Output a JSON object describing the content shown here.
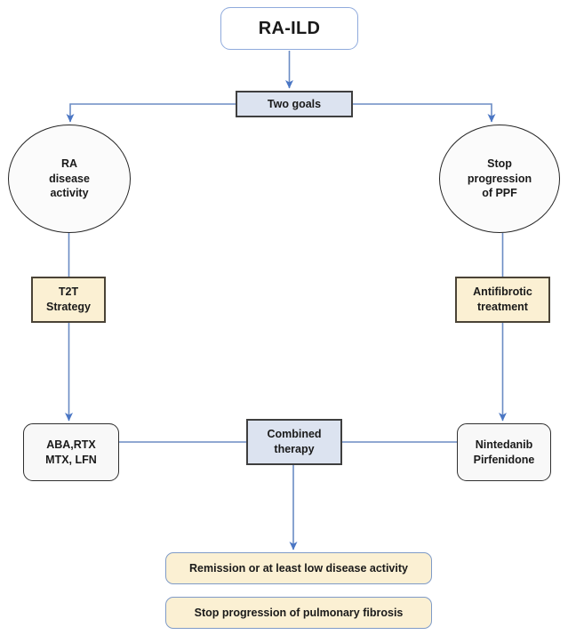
{
  "diagram": {
    "title": "RA-ILD treatment algorithm flowchart",
    "colors": {
      "connector": "#6b8cc4",
      "blue_fill": "#dce3f0",
      "blue_stroke": "#3f3f3f",
      "cream_fill": "#fbf0d3",
      "cream_stroke": "#4a4336",
      "white_fill": "#f8f8f8",
      "dark_stroke": "#2f2f2f",
      "title_stroke": "#8faadc",
      "outcome_stroke": "#7f9bc7",
      "text": "#1a1a1a"
    },
    "nodes": {
      "title": {
        "label": "RA-ILD"
      },
      "two_goals": {
        "label": "Two goals"
      },
      "goal_left": {
        "line1": "RA",
        "line2": "disease",
        "line3": "activity"
      },
      "goal_right": {
        "line1": "Stop",
        "line2": "progression",
        "line3": "of PPF"
      },
      "t2t": {
        "line1": "T2T",
        "line2": "Strategy"
      },
      "antifibrotic": {
        "line1": "Antifibrotic",
        "line2": "treatment"
      },
      "drugs_left": {
        "line1": "ABA,RTX",
        "line2": "MTX, LFN"
      },
      "combined": {
        "line1": "Combined",
        "line2": "therapy"
      },
      "drugs_right": {
        "line1": "Nintedanib",
        "line2": "Pirfenidone"
      },
      "outcome_1": {
        "label": "Remission or at least low disease activity"
      },
      "outcome_2": {
        "label": "Stop progression of pulmonary fibrosis"
      }
    },
    "edges": [
      {
        "name": "title-to-two-goals",
        "from": "title",
        "to": "two_goals",
        "arrow": true
      },
      {
        "name": "two-goals-to-goal-left",
        "from": "two_goals",
        "to": "goal_left",
        "arrow": true
      },
      {
        "name": "two-goals-to-goal-right",
        "from": "two_goals",
        "to": "goal_right",
        "arrow": true
      },
      {
        "name": "goal-left-to-t2t",
        "from": "goal_left",
        "to": "t2t",
        "arrow": false
      },
      {
        "name": "goal-right-to-antifibrotic",
        "from": "goal_right",
        "to": "antifibrotic",
        "arrow": false
      },
      {
        "name": "t2t-to-drugs-left",
        "from": "t2t",
        "to": "drugs_left",
        "arrow": true
      },
      {
        "name": "antifibrotic-to-drugs-right",
        "from": "antifibrotic",
        "to": "drugs_right",
        "arrow": true
      },
      {
        "name": "drugs-left-to-combined",
        "from": "drugs_left",
        "to": "combined",
        "arrow": false
      },
      {
        "name": "combined-to-drugs-right",
        "from": "combined",
        "to": "drugs_right",
        "arrow": false
      },
      {
        "name": "combined-to-outcome-1",
        "from": "combined",
        "to": "outcome_1",
        "arrow": true
      }
    ]
  }
}
